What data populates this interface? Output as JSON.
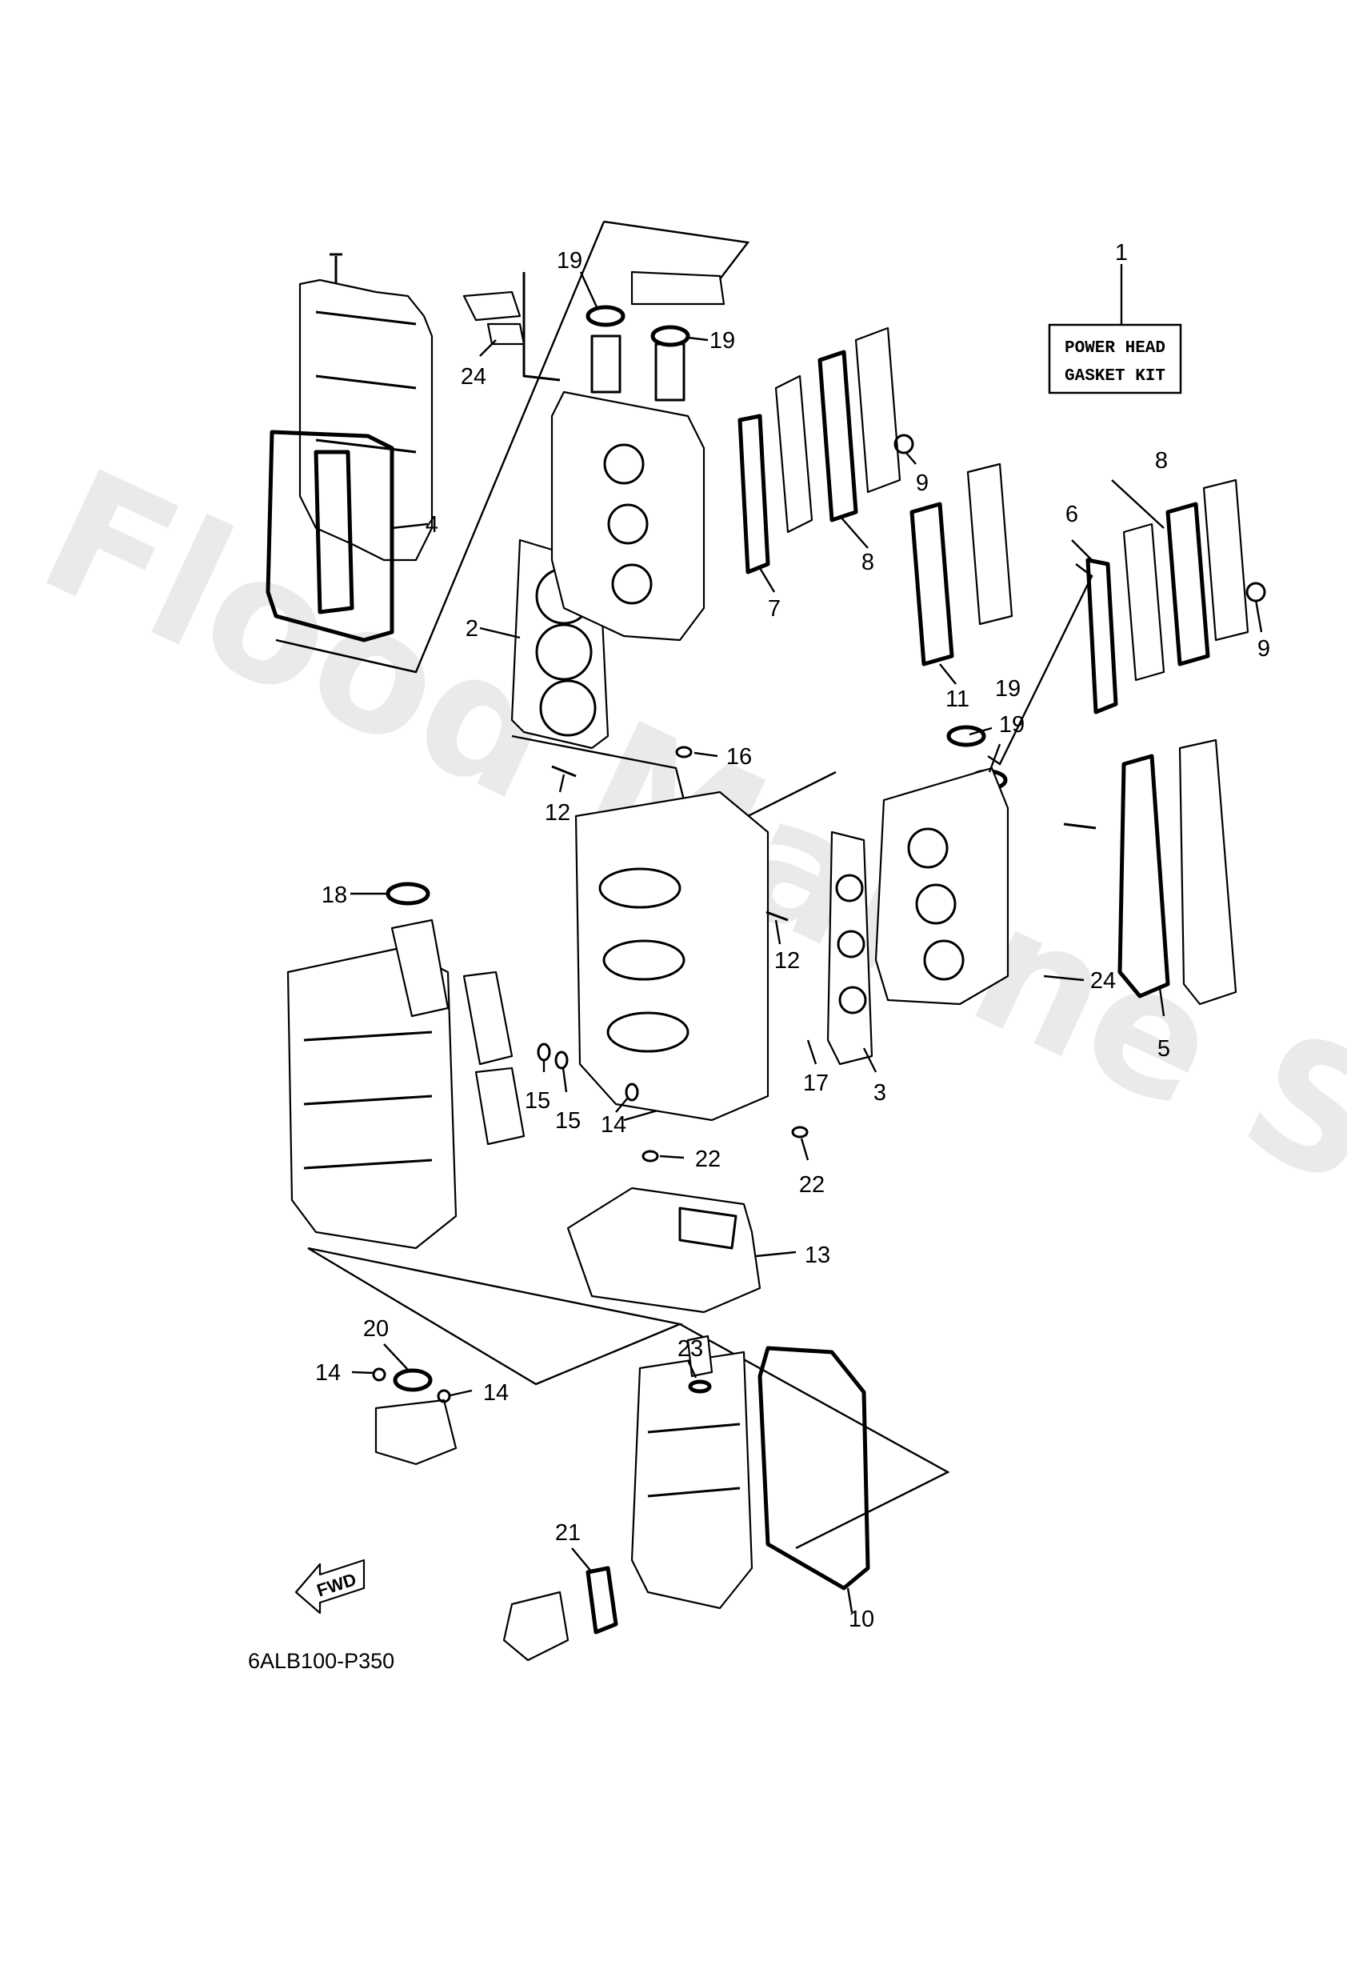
{
  "watermark": "Flood Marine Services",
  "kit_box": {
    "line1": "POWER HEAD",
    "line2": "GASKET KIT"
  },
  "diagram_code": "6ALB100-P350",
  "fwd_label": "FWD",
  "callouts": [
    {
      "id": "c1",
      "label": "1"
    },
    {
      "id": "c19a",
      "label": "19"
    },
    {
      "id": "c19b",
      "label": "19"
    },
    {
      "id": "c24a",
      "label": "24"
    },
    {
      "id": "c4",
      "label": "4"
    },
    {
      "id": "c9a",
      "label": "9"
    },
    {
      "id": "c8a",
      "label": "8"
    },
    {
      "id": "c7",
      "label": "7"
    },
    {
      "id": "c8b",
      "label": "8"
    },
    {
      "id": "c6",
      "label": "6"
    },
    {
      "id": "c9b",
      "label": "9"
    },
    {
      "id": "c2",
      "label": "2"
    },
    {
      "id": "c11",
      "label": "11"
    },
    {
      "id": "c19c",
      "label": "19"
    },
    {
      "id": "c19d",
      "label": "19"
    },
    {
      "id": "c16",
      "label": "16"
    },
    {
      "id": "c12a",
      "label": "12"
    },
    {
      "id": "c18",
      "label": "18"
    },
    {
      "id": "c12b",
      "label": "12"
    },
    {
      "id": "c24b",
      "label": "24"
    },
    {
      "id": "c5",
      "label": "5"
    },
    {
      "id": "c17",
      "label": "17"
    },
    {
      "id": "c3",
      "label": "3"
    },
    {
      "id": "c15a",
      "label": "15"
    },
    {
      "id": "c15b",
      "label": "15"
    },
    {
      "id": "c14a",
      "label": "14"
    },
    {
      "id": "c22a",
      "label": "22"
    },
    {
      "id": "c22b",
      "label": "22"
    },
    {
      "id": "c13",
      "label": "13"
    },
    {
      "id": "c20",
      "label": "20"
    },
    {
      "id": "c23",
      "label": "23"
    },
    {
      "id": "c14b",
      "label": "14"
    },
    {
      "id": "c14c",
      "label": "14"
    },
    {
      "id": "c21",
      "label": "21"
    },
    {
      "id": "c10",
      "label": "10"
    }
  ]
}
